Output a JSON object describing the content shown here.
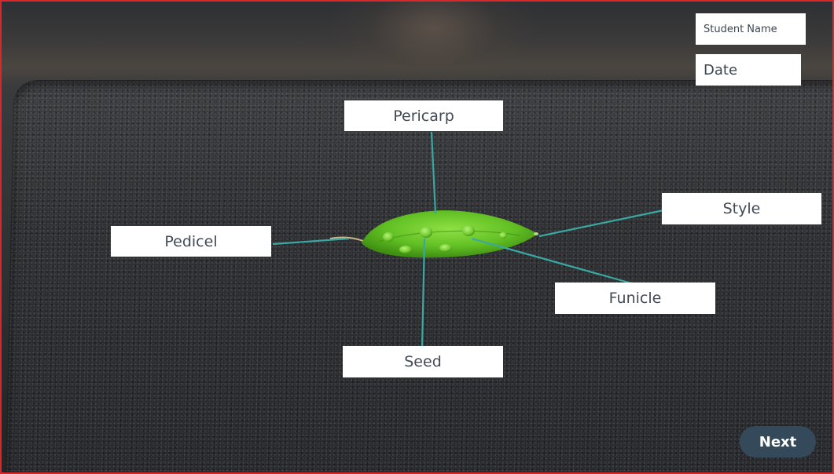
{
  "form": {
    "student_name_placeholder": "Student Name",
    "date_placeholder": "Date"
  },
  "labels": {
    "pericarp": "Pericarp",
    "style": "Style",
    "pedicel": "Pedicel",
    "funicle": "Funicle",
    "seed": "Seed"
  },
  "navigation": {
    "next_label": "Next"
  },
  "colors": {
    "frame_border": "#d8282c",
    "leader_line": "#3aa7a3",
    "label_text": "#414a55",
    "next_button_bg": "#34495a",
    "pod_green": "#6bc32a"
  }
}
